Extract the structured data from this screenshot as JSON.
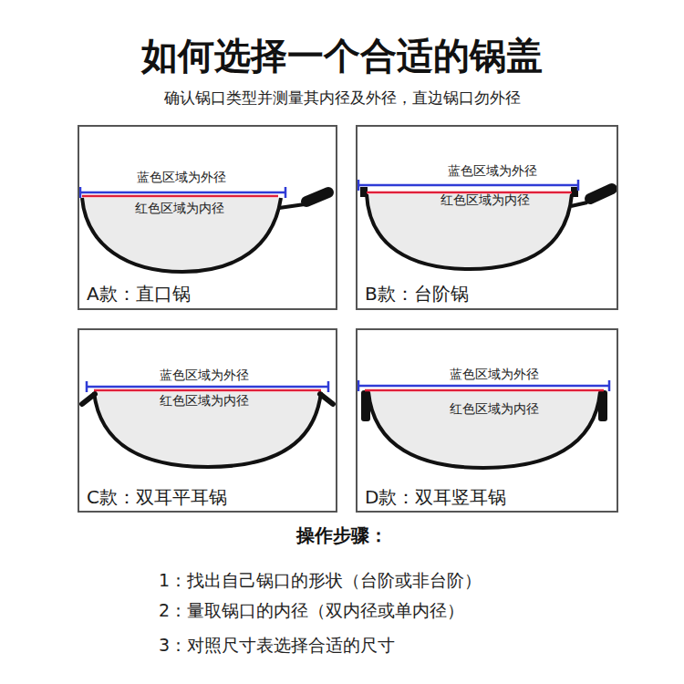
{
  "diagram": {
    "title": "如何选择一个合适的锅盖",
    "nodes": [
      {
        "text": [
          "蓝色区域为外径",
          "红色区域为内径",
          "A款：直口锅"
        ]
      },
      {
        "text": [
          "蓝色区域为外径",
          "红色区域为内径",
          "B款：台阶锅"
        ]
      },
      {
        "text": [
          "蓝色区域为外径",
          "红色区域为内径",
          "C款：双耳平耳锅"
        ]
      },
      {
        "text": [
          "蓝色区域为外径",
          "红色区域为内径",
          "D款：双耳竖耳锅"
        ]
      }
    ],
    "labels": [
      "确认锅口类型并测量其内径及外径，直边锅口勿外径",
      "操作步骤：",
      "1：找出自己锅口的形状（台阶或非台阶）",
      "2：量取锅口的内径（双内径或单内径）",
      "3：对照尺寸表选择合适的尺寸"
    ]
  }
}
